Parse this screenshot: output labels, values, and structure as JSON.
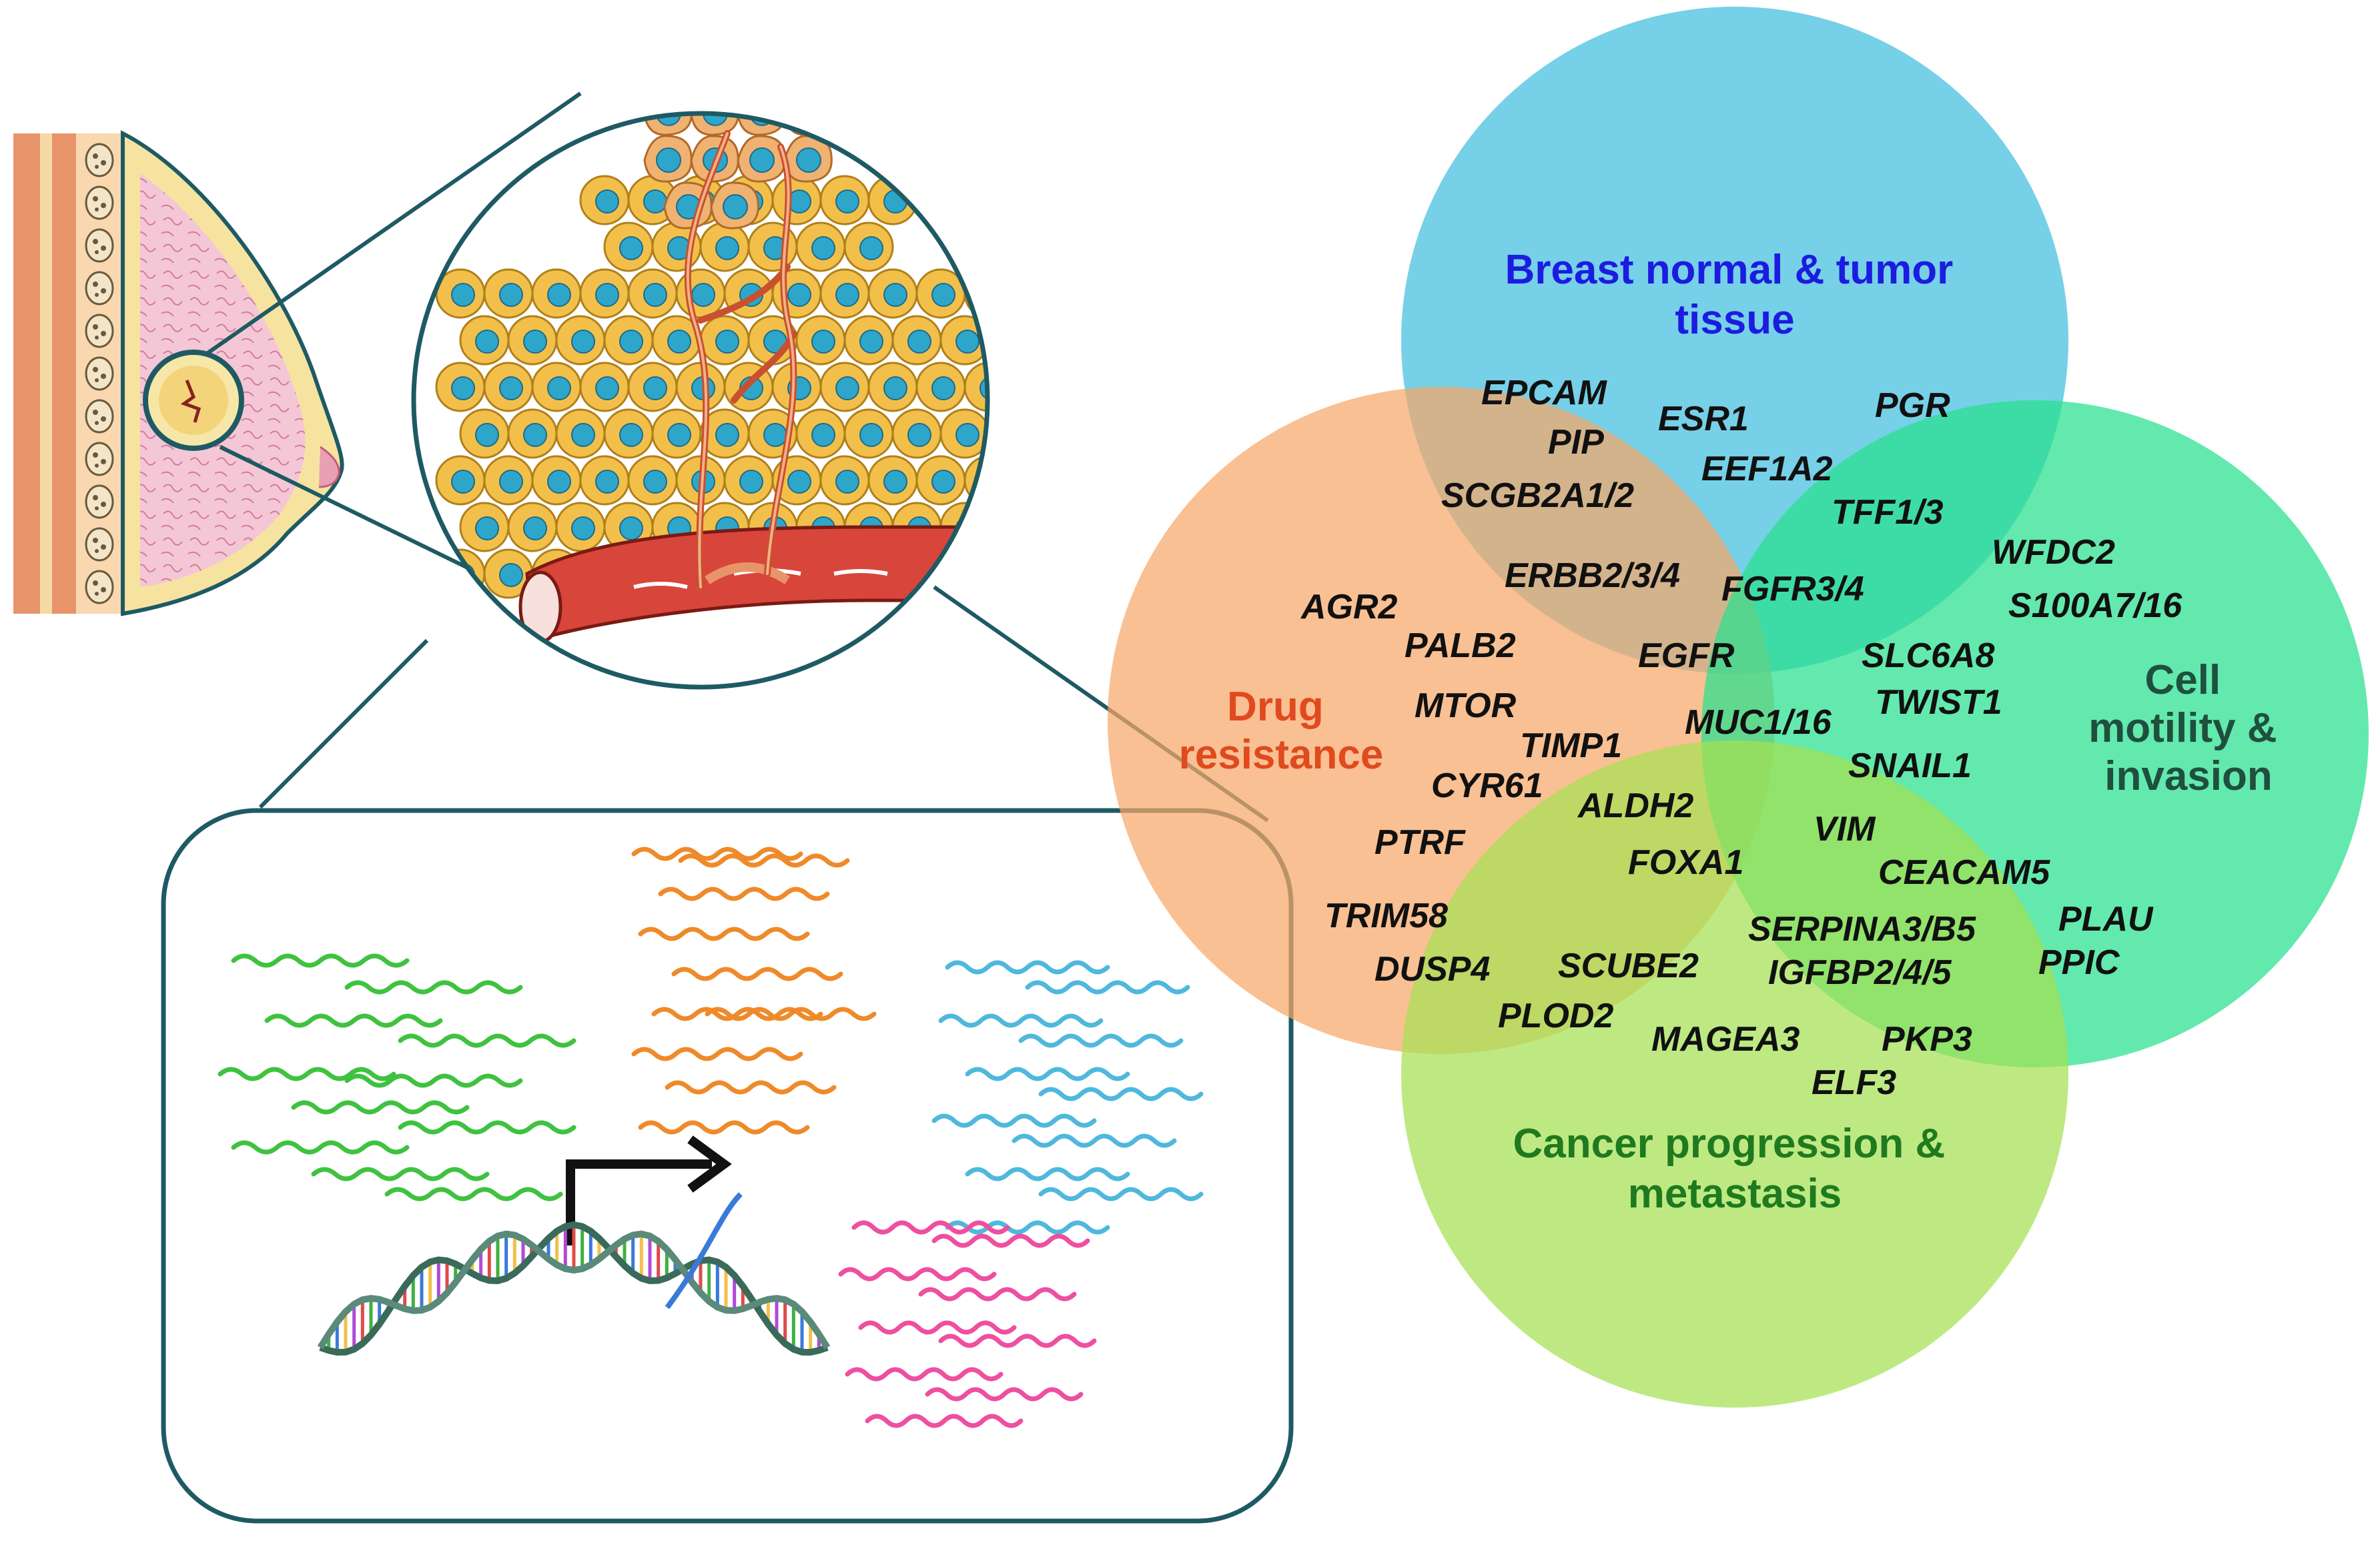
{
  "venn": {
    "sets": [
      {
        "label_lines": [
          "Breast normal & tumor",
          "tissue"
        ],
        "color": "#4fc3e0",
        "label_color": "#1c1ce0"
      },
      {
        "label_lines": [
          "Drug",
          "resistance"
        ],
        "color": "#f6a86a",
        "label_color": "#e04a1e"
      },
      {
        "label_lines": [
          "Cell",
          "motility &",
          "invasion"
        ],
        "color": "#27e08e",
        "label_color": "#1f4f3f"
      },
      {
        "label_lines": [
          "Cancer progression &",
          "metastasis"
        ],
        "color": "#a5e052",
        "label_color": "#1f7a1f"
      }
    ],
    "genes": [
      "EPCAM",
      "ESR1",
      "PGR",
      "PIP",
      "EEF1A2",
      "SCGB2A1/2",
      "TFF1/3",
      "WFDC2",
      "ERBB2/3/4",
      "FGFR3/4",
      "S100A7/16",
      "AGR2",
      "PALB2",
      "EGFR",
      "SLC6A8",
      "MTOR",
      "TWIST1",
      "MUC1/16",
      "TIMP1",
      "SNAIL1",
      "CYR61",
      "ALDH2",
      "PTRF",
      "VIM",
      "FOXA1",
      "CEACAM5",
      "TRIM58",
      "SERPINA3/B5",
      "PLAU",
      "DUSP4",
      "SCUBE2",
      "IGFBP2/4/5",
      "PPIC",
      "PLOD2",
      "MAGEA3",
      "PKP3",
      "ELF3"
    ]
  },
  "colors": {
    "outline": "#1e5a64",
    "cell_body": "#f2c04a",
    "nucleus": "#2ea6c9",
    "vessel": "#d8453a",
    "rna_green": "#3fc23f",
    "rna_orange": "#ef8a2a",
    "rna_blue": "#4fb8dc",
    "rna_pink": "#ee4fa0"
  },
  "illustration_parts": [
    "breast-cross-section",
    "tumor-zoom-circle",
    "blood-vessel",
    "transcription-panel",
    "dna-double-helix",
    "transcription-start-arrow",
    "rna-transcripts"
  ]
}
